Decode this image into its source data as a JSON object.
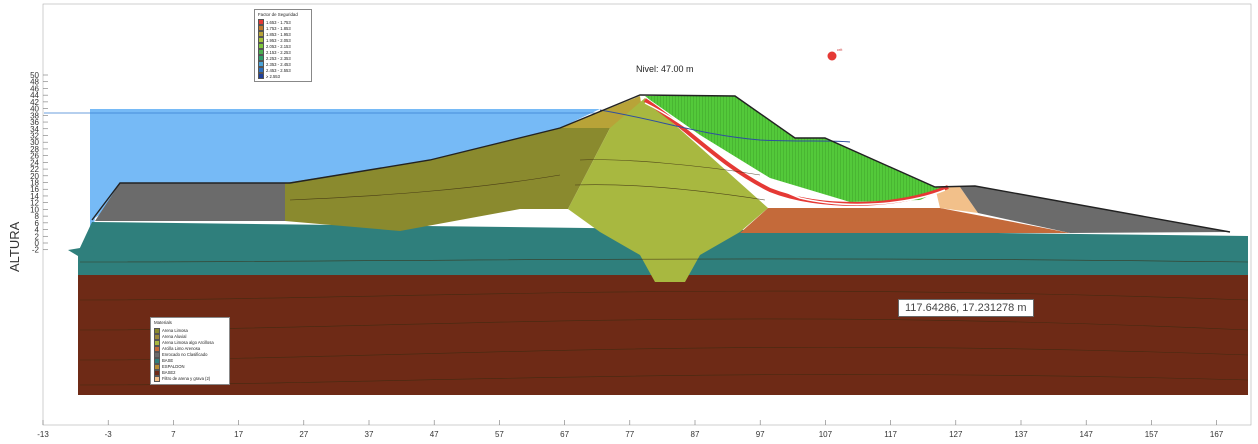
{
  "y_axis": {
    "label": "ALTURA",
    "ticks": [
      "50",
      "48",
      "46",
      "44",
      "42",
      "40",
      "38",
      "36",
      "34",
      "32",
      "30",
      "28",
      "26",
      "24",
      "22",
      "20",
      "18",
      "16",
      "14",
      "12",
      "10",
      "8",
      "6",
      "4",
      "2",
      "0",
      "-2"
    ]
  },
  "x_axis": {
    "ticks": [
      "-13",
      "-3",
      "7",
      "17",
      "27",
      "37",
      "47",
      "57",
      "67",
      "77",
      "87",
      "97",
      "107",
      "117",
      "127",
      "137",
      "147",
      "157",
      "167"
    ]
  },
  "water_level_label": "Nivel: 47.00 m",
  "coordinate_readout": "117.64286, 17.231278 m",
  "critical_center_label": "crit",
  "safety_factor_legend": {
    "title": "Factor de Seguridad",
    "items": [
      {
        "label": "1.653 - 1.753",
        "color": "#e53935"
      },
      {
        "label": "1.753 - 1.853",
        "color": "#c0782c"
      },
      {
        "label": "1.853 - 1.953",
        "color": "#b8a338"
      },
      {
        "label": "1.953 - 2.053",
        "color": "#a6c43a"
      },
      {
        "label": "2.053 - 2.153",
        "color": "#7cc63c"
      },
      {
        "label": "2.153 - 2.253",
        "color": "#4caf50"
      },
      {
        "label": "2.253 - 2.353",
        "color": "#2e9d6a"
      },
      {
        "label": "2.353 - 2.453",
        "color": "#4aa3d8"
      },
      {
        "label": "2.453 - 2.553",
        "color": "#2c6fc0"
      },
      {
        "label": "≥ 2.553",
        "color": "#1f3f9a"
      }
    ]
  },
  "materials_legend": {
    "title": "Materials",
    "items": [
      {
        "label": "Arena Limosa",
        "color": "#8a8a2e"
      },
      {
        "label": "Arena Aluvial",
        "color": "#9c8a3a"
      },
      {
        "label": "Arena Limosa algo Arcillosa",
        "color": "#a8b840"
      },
      {
        "label": "Arcilla Limo Arenosa",
        "color": "#c46a3a"
      },
      {
        "label": "Enrocado no Clasificado",
        "color": "#6b6b6b"
      },
      {
        "label": "BASE",
        "color": "#2f7f7c"
      },
      {
        "label": "ESPALDON",
        "color": "#b88c32"
      },
      {
        "label": "BASE2",
        "color": "#6e2a16"
      },
      {
        "label": "Filtro de arena y grava (2)",
        "color": "#f2c08a"
      }
    ]
  },
  "colors": {
    "water": "#6fb6f5",
    "base_deep": "#6e2a16",
    "base_teal": "#2f7f7c",
    "core": "#a8b840",
    "upstream_shell": "#8a8a2e",
    "rockfill": "#6b6b6b",
    "clay": "#c46a3a",
    "filter": "#f2c08a",
    "slip_surface": "#e53935",
    "slices": "#3fb82a"
  }
}
